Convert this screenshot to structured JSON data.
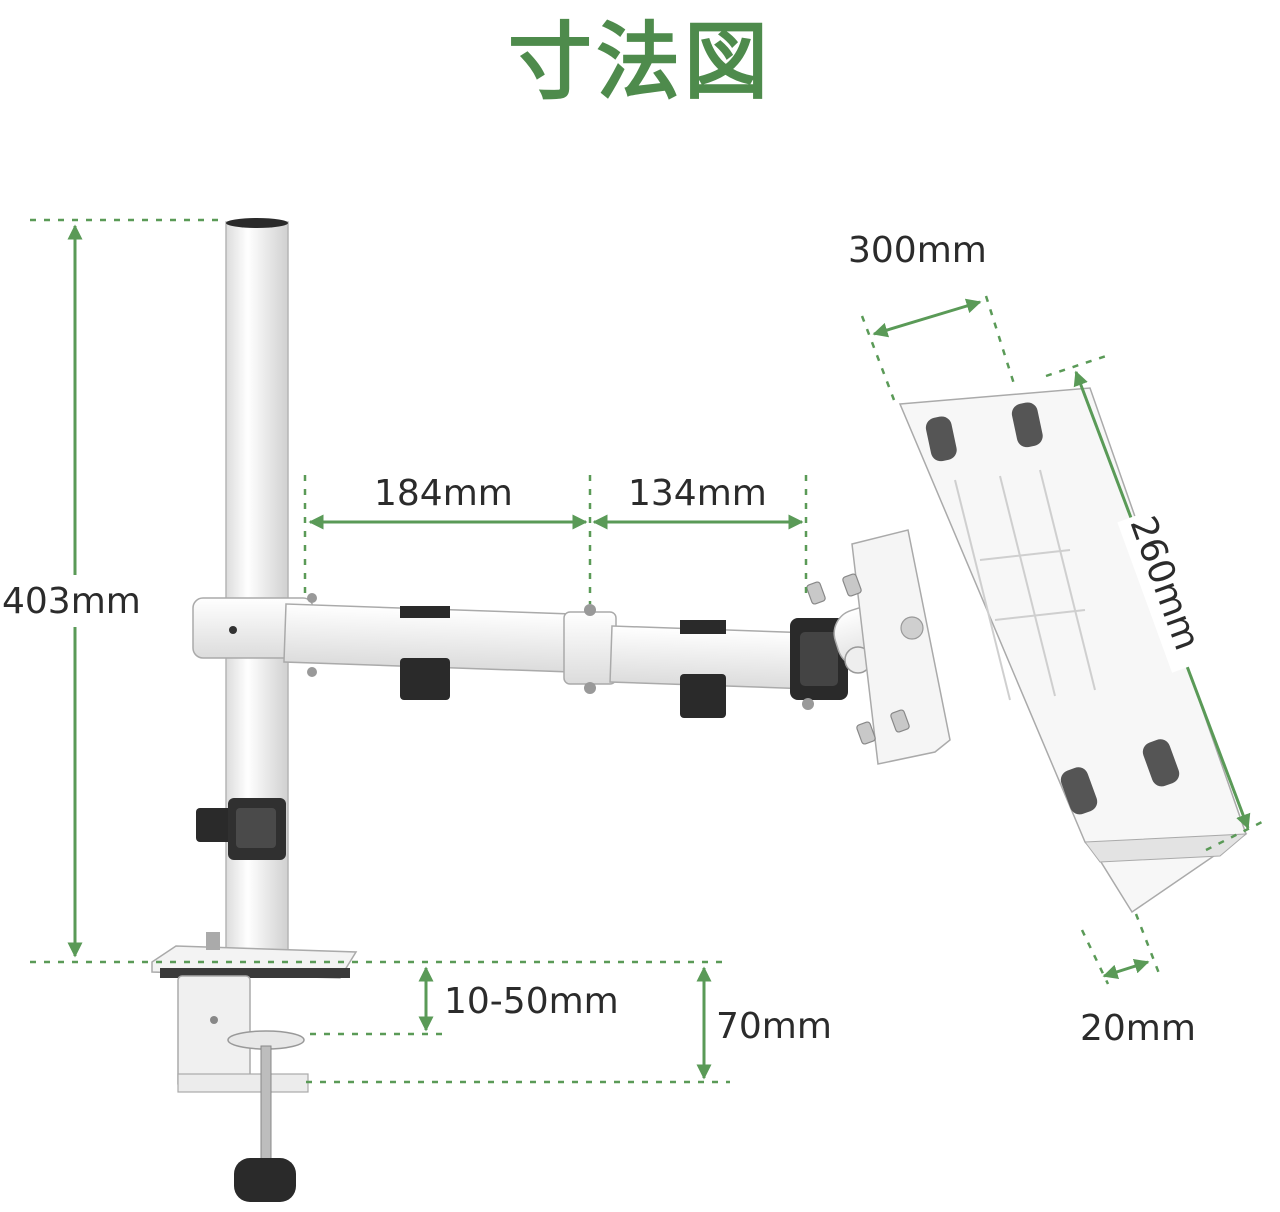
{
  "title": "寸法図",
  "colors": {
    "accent": "#4e8b4c",
    "dimension_line": "#5a9a57",
    "metal": "#f2f2f2",
    "rubber": "#2a2a2a"
  },
  "dimensions": {
    "pole_height": "403mm",
    "arm_segment_1": "184mm",
    "arm_segment_2": "134mm",
    "tray_width": "300mm",
    "tray_length": "260mm",
    "tray_lip": "20mm",
    "clamp_range": "10-50mm",
    "clamp_depth": "70mm"
  }
}
